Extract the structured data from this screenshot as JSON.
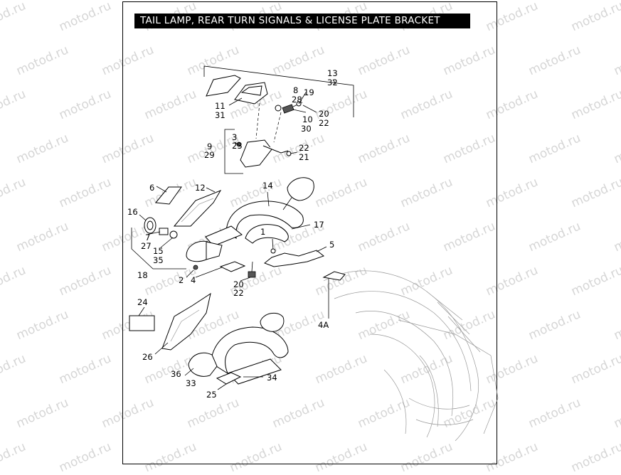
{
  "title": "TAIL LAMP, REAR TURN SIGNALS & LICENSE PLATE BRACKET",
  "watermark": "motod.ru",
  "callouts": [
    {
      "id": "c13",
      "text": "13"
    },
    {
      "id": "c32",
      "text": "32"
    },
    {
      "id": "c8",
      "text": "8"
    },
    {
      "id": "c19",
      "text": "19"
    },
    {
      "id": "c28",
      "text": "28"
    },
    {
      "id": "c11",
      "text": "11"
    },
    {
      "id": "c31",
      "text": "31"
    },
    {
      "id": "c10",
      "text": "10"
    },
    {
      "id": "c30",
      "text": "30"
    },
    {
      "id": "c20a",
      "text": "20"
    },
    {
      "id": "c22a",
      "text": "22"
    },
    {
      "id": "c3",
      "text": "3"
    },
    {
      "id": "c23",
      "text": "23"
    },
    {
      "id": "c9",
      "text": "9"
    },
    {
      "id": "c29",
      "text": "29"
    },
    {
      "id": "c22b",
      "text": "22"
    },
    {
      "id": "c21",
      "text": "21"
    },
    {
      "id": "c6",
      "text": "6"
    },
    {
      "id": "c12",
      "text": "12"
    },
    {
      "id": "c14",
      "text": "14"
    },
    {
      "id": "c16",
      "text": "16"
    },
    {
      "id": "c7",
      "text": "7"
    },
    {
      "id": "c27",
      "text": "27"
    },
    {
      "id": "c17",
      "text": "17"
    },
    {
      "id": "c1",
      "text": "1"
    },
    {
      "id": "c15",
      "text": "15"
    },
    {
      "id": "c35",
      "text": "35"
    },
    {
      "id": "c5",
      "text": "5"
    },
    {
      "id": "c18",
      "text": "18"
    },
    {
      "id": "c2",
      "text": "2"
    },
    {
      "id": "c4",
      "text": "4"
    },
    {
      "id": "c20b",
      "text": "20"
    },
    {
      "id": "c22c",
      "text": "22"
    },
    {
      "id": "c24",
      "text": "24"
    },
    {
      "id": "c4A",
      "text": "4A"
    },
    {
      "id": "c26",
      "text": "26"
    },
    {
      "id": "c36",
      "text": "36"
    },
    {
      "id": "c33",
      "text": "33"
    },
    {
      "id": "c34",
      "text": "34"
    },
    {
      "id": "c25",
      "text": "25"
    }
  ]
}
